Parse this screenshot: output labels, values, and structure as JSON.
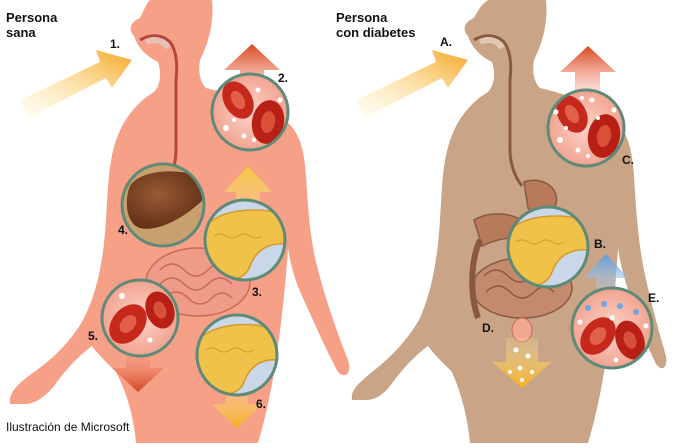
{
  "panels": {
    "healthy": {
      "title_line1": "Persona",
      "title_line2": "sana",
      "labels": [
        "1.",
        "2.",
        "3.",
        "4.",
        "5.",
        "6."
      ]
    },
    "diabetic": {
      "title_line1": "Persona",
      "title_line2": "con diabetes",
      "labels": [
        "A.",
        "B.",
        "C.",
        "D.",
        "E."
      ]
    }
  },
  "credit": "Ilustración de Microsoft",
  "colors": {
    "healthy_body": "#f7a088",
    "diabetic_body": "#c9a487",
    "liver": "#7a3e22",
    "pancreas": "#f0c24a",
    "blood_cell": "#c7281c",
    "arrow_up_red": "#e0522a",
    "arrow_yellow": "#f5c540",
    "arrow_blue": "#6fa8e0",
    "lens_ring": "#5e8a78"
  }
}
